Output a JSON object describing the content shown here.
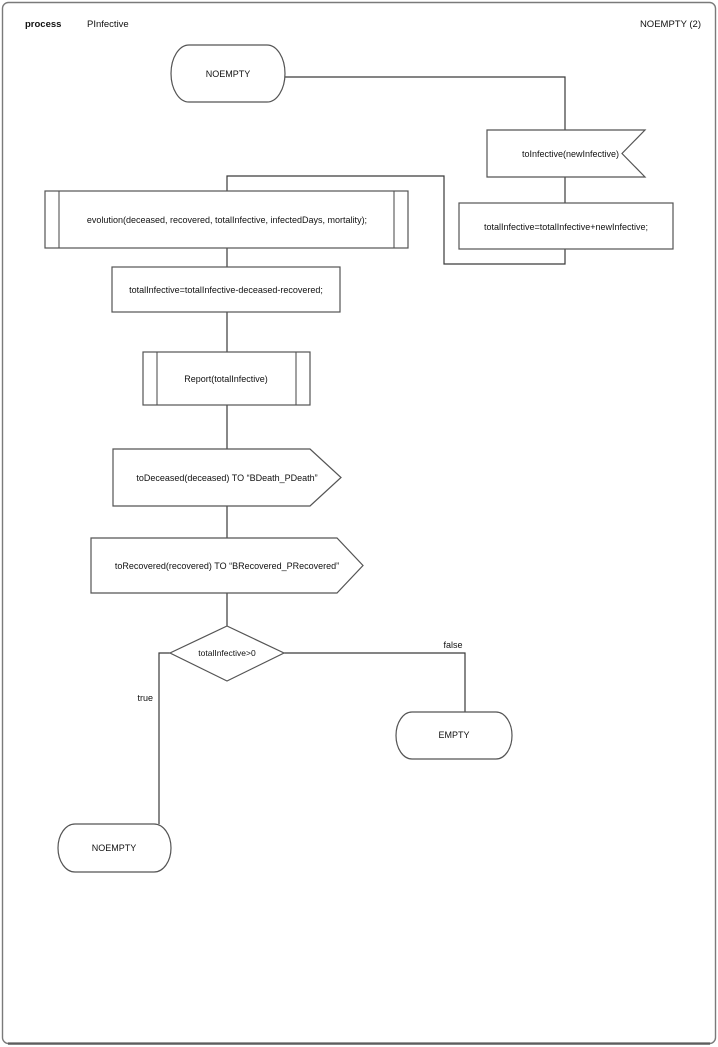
{
  "header": {
    "diagram_kind": "process",
    "process_name": "PInfective",
    "page_label": "NOEMPTY (2)"
  },
  "nodes": {
    "state_start": {
      "type": "state",
      "label": "NOEMPTY"
    },
    "input_toinfective": {
      "type": "input-signal",
      "label": "toInfective(newInfective)"
    },
    "task_add": {
      "type": "task",
      "label": "totalInfective=totalInfective+newInfective;"
    },
    "proc_evolution": {
      "type": "procedure-call",
      "label": "evolution(deceased, recovered, totalInfective, infectedDays, mortality);"
    },
    "task_subtract": {
      "type": "task",
      "label": "totalInfective=totalInfective-deceased-recovered;"
    },
    "proc_report": {
      "type": "procedure-call",
      "label": "Report(totalInfective)"
    },
    "output_todeceased": {
      "type": "output-signal",
      "label": "toDeceased(deceased) TO “BDeath_PDeath”"
    },
    "output_torecovered": {
      "type": "output-signal",
      "label": "toRecovered(recovered) TO “BRecovered_PRecovered”"
    },
    "decision_totalinfective": {
      "type": "decision",
      "label": "totalInfective>0"
    },
    "state_empty": {
      "type": "state",
      "label": "EMPTY"
    },
    "state_noempty_end": {
      "type": "state",
      "label": "NOEMPTY"
    }
  },
  "branches": {
    "true_label": "true",
    "false_label": "false"
  },
  "colors": {
    "edge": "#3a3a3a",
    "shape_border": "#545454",
    "text": "#111111",
    "page_border": "#7a7a7a",
    "page_background": "#ffffff"
  }
}
